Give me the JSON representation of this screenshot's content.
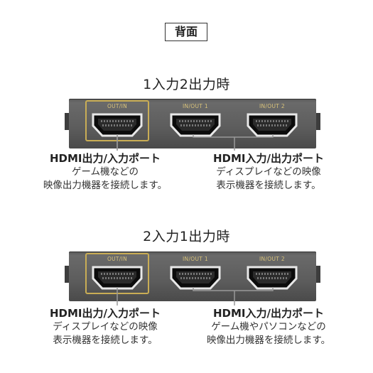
{
  "header": {
    "label": "背面"
  },
  "sections": [
    {
      "title": "1入力2出力時",
      "ports": [
        "OUT/IN",
        "IN/OUT 1",
        "IN/OUT 2"
      ],
      "left": {
        "title": "HDMI出力/入力ポート",
        "lines": [
          "ゲーム機などの",
          "映像出力機器を接続します。"
        ]
      },
      "right": {
        "title": "HDMI入力/出力ポート",
        "lines": [
          "ディスプレイなどの映像",
          "表示機器を接続します。"
        ]
      }
    },
    {
      "title": "2入力1出力時",
      "ports": [
        "OUT/IN",
        "IN/OUT 1",
        "IN/OUT 2"
      ],
      "left": {
        "title": "HDMI出力/入力ポート",
        "lines": [
          "ディスプレイなどの映像",
          "表示機器を接続します。"
        ]
      },
      "right": {
        "title": "HDMI入力/出力ポート",
        "lines": [
          "ゲーム機やパソコンなどの",
          "映像出力機器を接続します。"
        ]
      }
    }
  ],
  "colors": {
    "accent": "#c9ad55",
    "device": "#5c5c5c",
    "connector": "#999999"
  }
}
